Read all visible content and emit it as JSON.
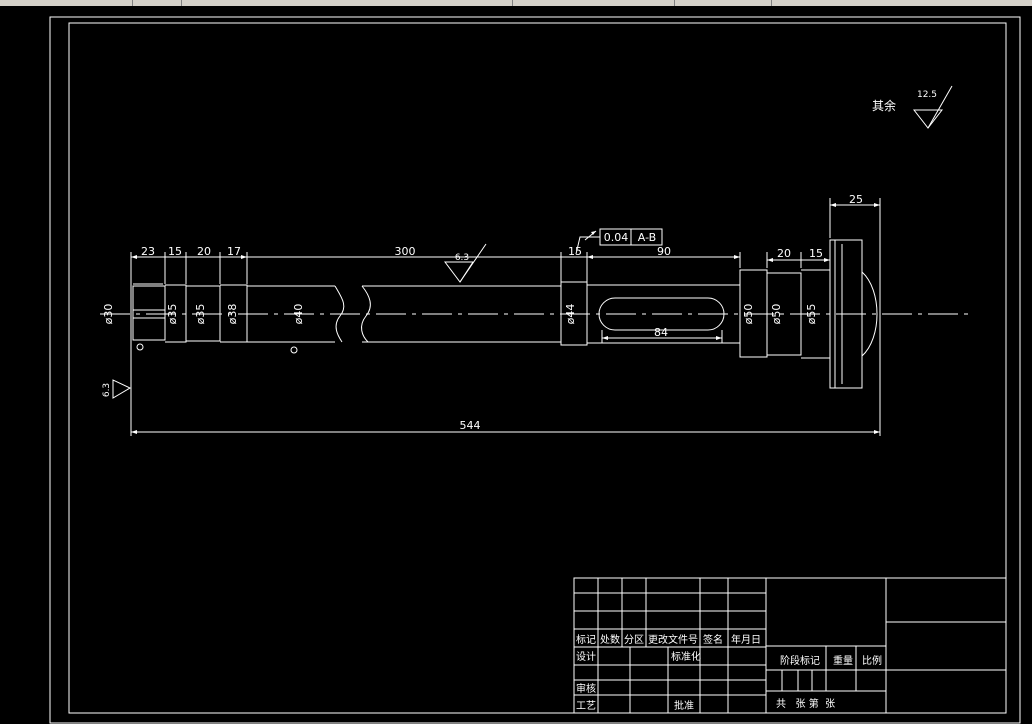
{
  "roughness": {
    "general_label": "其余",
    "general_value": "12.5",
    "shaft_value": "6.3",
    "left_value": "6.3"
  },
  "dims": {
    "d23": "23",
    "d15a": "15",
    "d20a": "20",
    "d17": "17",
    "d300": "300",
    "d15b": "15",
    "d90": "90",
    "d20b": "20",
    "d15c": "15",
    "d25": "25",
    "d84": "84",
    "d544": "544",
    "dia30": "ø30",
    "dia35a": "ø35",
    "dia35b": "ø35",
    "dia38": "ø38",
    "dia40": "ø40",
    "dia44": "ø44",
    "dia50a": "ø50",
    "dia50b": "ø50",
    "dia55": "ø55"
  },
  "tolerance": {
    "value": "0.04",
    "datum": "A-B"
  },
  "title_block": {
    "biaoji": "标记",
    "chushu": "处数",
    "fenqu": "分区",
    "genggai": "更改文件号",
    "qianming": "签名",
    "nianyueri": "年月日",
    "sheji": "设计",
    "biaozhunhua": "标准化",
    "jieduan": "阶段标记",
    "zhongliang": "重量",
    "bili": "比例",
    "shenhe": "审核",
    "gongyi": "工艺",
    "pizhun": "批准",
    "sheet": "共   张 第  张"
  }
}
